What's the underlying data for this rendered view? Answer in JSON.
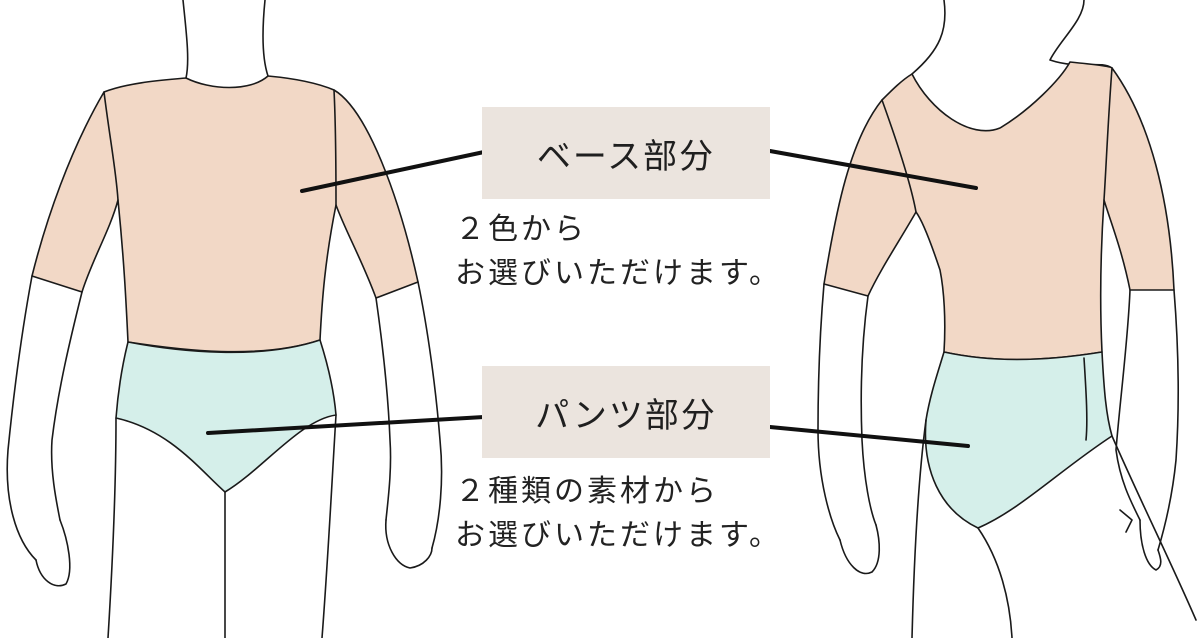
{
  "labels": {
    "base_part": "ベース部分",
    "base_note_line1": "２色から",
    "base_note_line2": "お選びいただけます。",
    "pants_part": "パンツ部分",
    "pants_note_line1": "２種類の素材から",
    "pants_note_line2": "お選びいただけます。"
  },
  "colors": {
    "base_fabric": "#f2d8c6",
    "pants_fabric": "#d5efea",
    "label_box": "#ebe4de",
    "outline": "#1a1a1a"
  }
}
